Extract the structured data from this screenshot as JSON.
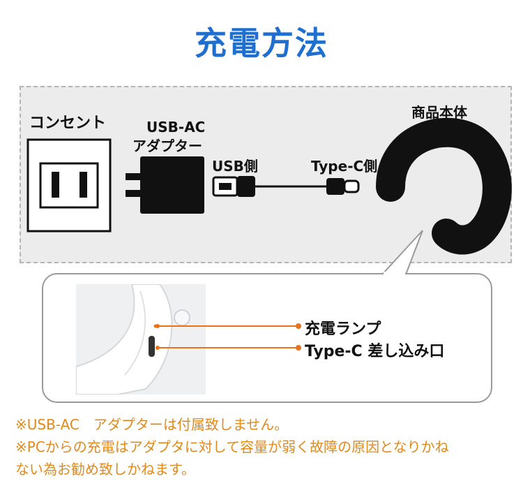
{
  "title": "充電方法",
  "colors": {
    "title": "#1f6fd0",
    "accent": "#e8731e",
    "note": "#e08a1e",
    "panel": "#ececec",
    "device": "#111111"
  },
  "diagram": {
    "outlet_label": "コンセント",
    "adapter_label_line1": "USB-AC",
    "adapter_label_line2": "アダプター",
    "usb_side_label": "USB側",
    "typec_side_label": "Type-C側",
    "product_label": "商品本体"
  },
  "callout": {
    "charge_lamp_label": "充電ランプ",
    "typec_port_label": "Type-C 差し込み口"
  },
  "notes": [
    "※USB-AC　アダプターは付属致しません。",
    "※PCからの充電はアダプタに対して容量が弱く故障の原因となりかね",
    "ない為お勧め致しかねます。"
  ]
}
